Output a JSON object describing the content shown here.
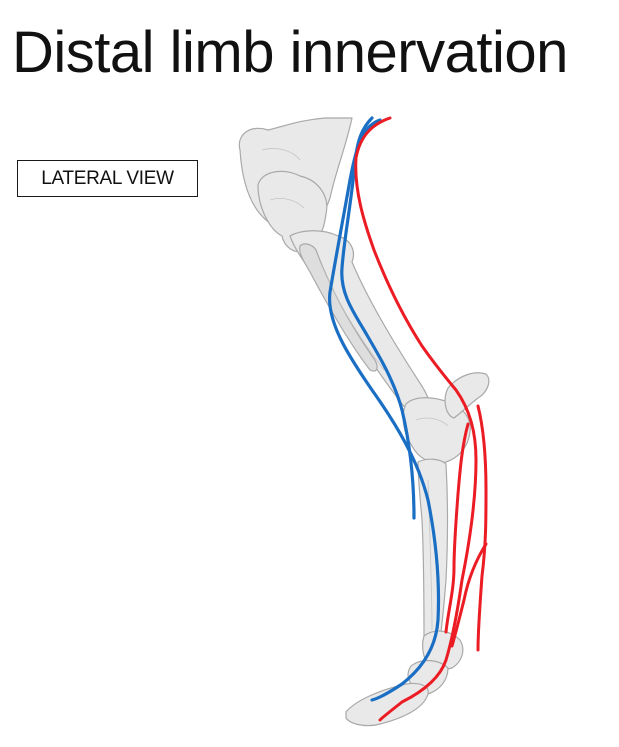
{
  "title": "Distal limb innervation",
  "view_label": "LATERAL VIEW",
  "colors": {
    "nerve_blue": "#1a6fc4",
    "nerve_red": "#ec1c24",
    "bone_fill": "#e9e9e9",
    "bone_stroke": "#a9a9a9"
  },
  "figure": {
    "subject": "limb-skeleton",
    "blue_nerve_count": 2,
    "red_nerve_count": 3
  }
}
